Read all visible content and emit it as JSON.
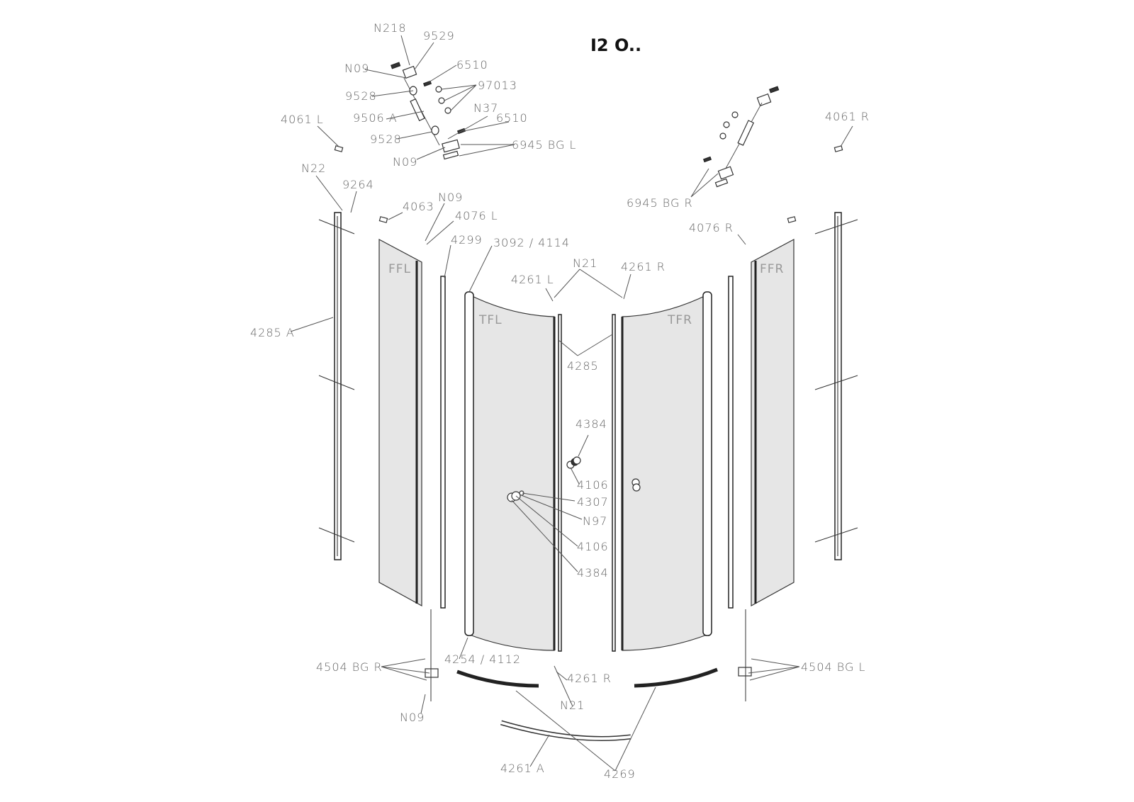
{
  "title": "I2 O..",
  "panels": {
    "ffl": "FFL",
    "ffr": "FFR",
    "tfl": "TFL",
    "tfr": "TFR"
  },
  "labels": {
    "n218": "N218",
    "p9529": "9529",
    "n09_a": "N09",
    "p6510_a": "6510",
    "p97013": "97013",
    "p9528_a": "9528",
    "p9506a": "9506 A",
    "n37": "N37",
    "p6510_b": "6510",
    "p9528_b": "9528",
    "p6945bgl": "6945 BG L",
    "n09_b": "N09",
    "p4061l": "4061 L",
    "p4061r": "4061 R",
    "n22": "N22",
    "p9264": "9264",
    "p4063": "4063",
    "n09_c": "N09",
    "p4076l": "4076 L",
    "p4299": "4299",
    "p3092_4114": "3092 / 4114",
    "p6945bgr": "6945 BG R",
    "p4076r": "4076 R",
    "n21_top": "N21",
    "p4261l": "4261 L",
    "p4261r_top": "4261 R",
    "p4285a": "4285 A",
    "p4285": "4285",
    "p4384_a": "4384",
    "p4106_a": "4106",
    "p4307": "4307",
    "n97": "N97",
    "p4106_b": "4106",
    "p4384_b": "4384",
    "p4504bgr": "4504 BG R",
    "p4254_4112": "4254 / 4112",
    "p4261r_bot": "4261 R",
    "n21_bot": "N21",
    "p4504bgl": "4504 BG L",
    "n09_d": "N09",
    "p4261a": "4261 A",
    "p4269": "4269"
  }
}
